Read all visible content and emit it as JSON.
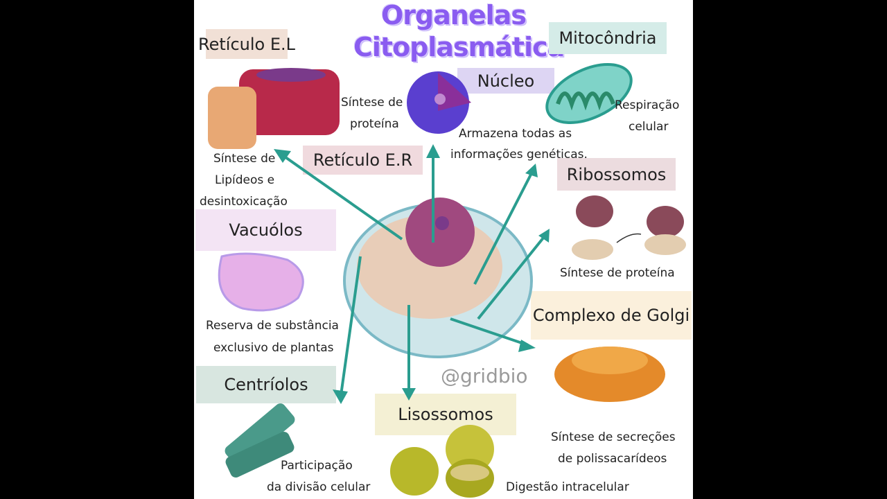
{
  "title": {
    "line1": "Organelas",
    "line2": "Citoplasmática"
  },
  "labels": {
    "reticulo_el": "Retículo E.L",
    "mitocondria": "Mitocôndria",
    "nucleo": "Núcleo",
    "reticulo_er": "Retículo E.R",
    "ribossomos": "Ribossomos",
    "vacuolos": "Vacuólos",
    "golgi": "Complexo de Golgi",
    "centriolos": "Centríolos",
    "lisossomos": "Lisossomos"
  },
  "descriptions": {
    "er_1": "Síntese de",
    "er_2": "proteína",
    "nucleo_1": "Armazena todas as",
    "nucleo_2": "informações genéticas.",
    "mito_1": "Respiração",
    "mito_2": "celular",
    "el_1": "Síntese de",
    "el_2": "Lipídeos e",
    "el_3": "desintoxicação",
    "ribo": "Síntese de proteína",
    "vac_1": "Reserva de substância",
    "vac_2": "exclusivo de plantas",
    "golgi_1": "Síntese de secreções",
    "golgi_2": "de polissacarídeos",
    "cent_1": "Participação",
    "cent_2": "da divisão celular",
    "liso": "Digestão intracelular"
  },
  "watermark": "@gridbio",
  "colors": {
    "arrow": "#2a9d8f",
    "title": "#8a5cf0"
  }
}
